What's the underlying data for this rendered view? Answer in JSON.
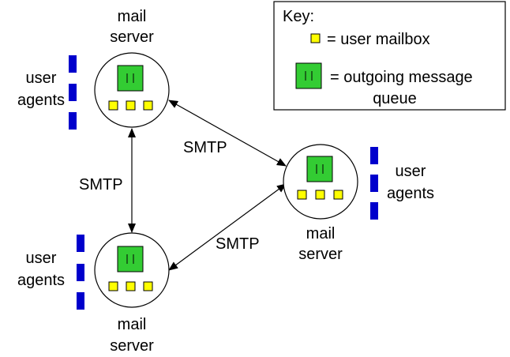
{
  "key": {
    "title": "Key:",
    "mailbox_label": "= user mailbox",
    "queue_label_line1": "= outgoing message",
    "queue_label_line2": "queue"
  },
  "servers": {
    "top_left": {
      "label_line1": "mail",
      "label_line2": "server"
    },
    "right": {
      "label_line1": "mail",
      "label_line2": "server"
    },
    "bottom_left": {
      "label_line1": "mail",
      "label_line2": "server"
    }
  },
  "agents": {
    "top_left": {
      "label_line1": "user",
      "label_line2": "agents"
    },
    "right": {
      "label_line1": "user",
      "label_line2": "agents"
    },
    "bottom_left": {
      "label_line1": "user",
      "label_line2": "agents"
    }
  },
  "links": {
    "vertical": "SMTP",
    "top_right": "SMTP",
    "bottom_right": "SMTP"
  },
  "colors": {
    "queue_fill": "#33cc33",
    "mailbox_fill": "#ffff00",
    "agent_fill": "#0000cc",
    "line": "#000000"
  }
}
